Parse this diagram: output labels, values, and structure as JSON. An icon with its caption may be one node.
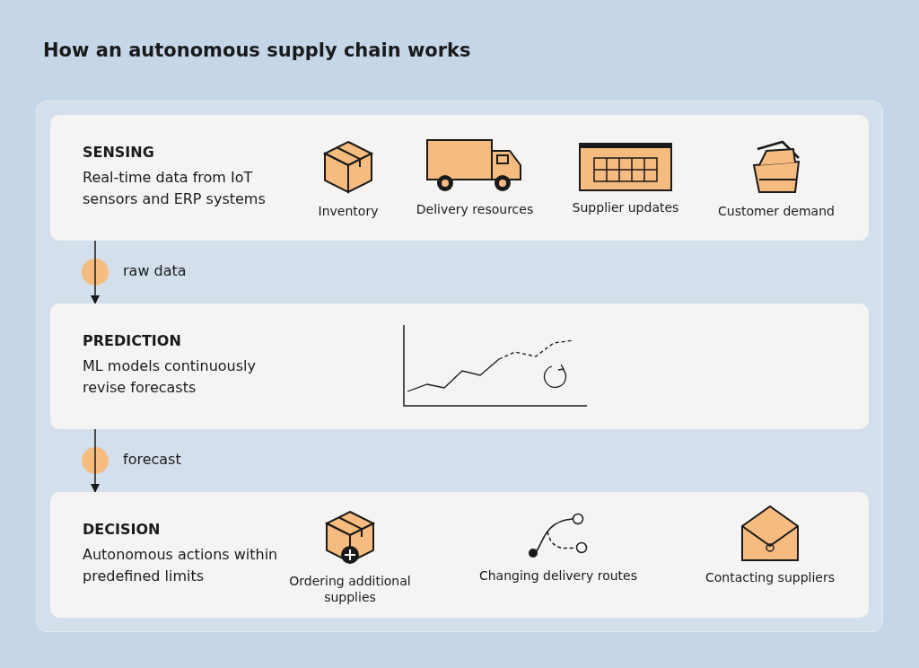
{
  "diagram": {
    "title": "How an autonomous supply chain works",
    "nodes": [
      {
        "text": [
          "SENSING",
          "Real-time data from IoT sensors and ERP systems"
        ]
      },
      {
        "text": [
          "Inventory"
        ],
        "in": 0
      },
      {
        "text": [
          "Delivery resources"
        ],
        "in": 0
      },
      {
        "text": [
          "Supplier updates"
        ],
        "in": 0
      },
      {
        "text": [
          "Customer demand"
        ],
        "in": 0
      },
      {
        "text": [
          "PREDICTION",
          "ML models continuously revise forecasts"
        ]
      },
      {
        "text": [
          "DECISION",
          "Autonomous actions within predefined limits"
        ]
      },
      {
        "text": [
          "Ordering additional supplies"
        ],
        "in": 6
      },
      {
        "text": [
          "Changing delivery routes"
        ],
        "in": 6
      },
      {
        "text": [
          "Contacting suppliers"
        ],
        "in": 6
      }
    ],
    "edges": [
      {
        "from": 0,
        "to": 5,
        "arrow": "to",
        "label": "raw data"
      },
      {
        "from": 5,
        "to": 6,
        "arrow": "to",
        "label": "forecast"
      }
    ]
  }
}
